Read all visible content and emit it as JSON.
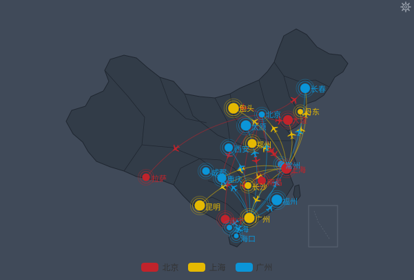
{
  "chart_data": {
    "type": "map-flow",
    "title": "",
    "legend_position": "bottom",
    "series": [
      {
        "name": "北京",
        "color": "#c1232b",
        "origin": "北京",
        "targets": [
          {
            "name": "上海",
            "value": 95
          },
          {
            "name": "广州",
            "value": 90
          },
          {
            "name": "大连",
            "value": 80
          },
          {
            "name": "南宁",
            "value": 70
          },
          {
            "name": "南昌",
            "value": 60
          },
          {
            "name": "拉萨",
            "value": 50
          },
          {
            "name": "长春",
            "value": 40
          },
          {
            "name": "包头",
            "value": 30
          },
          {
            "name": "重庆",
            "value": 20
          },
          {
            "name": "常州",
            "value": 10
          }
        ]
      },
      {
        "name": "上海",
        "color": "#e5b902",
        "origin": "上海",
        "targets": [
          {
            "name": "包头",
            "value": 95
          },
          {
            "name": "昆明",
            "value": 90
          },
          {
            "name": "广州",
            "value": 80
          },
          {
            "name": "郑州",
            "value": 70
          },
          {
            "name": "长春",
            "value": 60
          },
          {
            "name": "重庆",
            "value": 50
          },
          {
            "name": "长沙",
            "value": 40
          },
          {
            "name": "北京",
            "value": 30
          },
          {
            "name": "丹东",
            "value": 20
          },
          {
            "name": "大连",
            "value": 10
          }
        ]
      },
      {
        "name": "广州",
        "color": "#0b95d8",
        "origin": "广州",
        "targets": [
          {
            "name": "福州",
            "value": 95
          },
          {
            "name": "太原",
            "value": 90
          },
          {
            "name": "长春",
            "value": 80
          },
          {
            "name": "重庆",
            "value": 70
          },
          {
            "name": "西安",
            "value": 60
          },
          {
            "name": "成都",
            "value": 50
          },
          {
            "name": "常州",
            "value": 40
          },
          {
            "name": "北京",
            "value": 30
          },
          {
            "name": "北海",
            "value": 20
          },
          {
            "name": "海口",
            "value": 10
          }
        ]
      }
    ],
    "city_labels": [
      {
        "name": "北京",
        "series": "广州"
      },
      {
        "name": "大连",
        "series": "北京"
      },
      {
        "name": "丹东",
        "series": "上海"
      },
      {
        "name": "长春",
        "series": "广州"
      },
      {
        "name": "包头",
        "series": "上海"
      },
      {
        "name": "太原",
        "series": "广州"
      },
      {
        "name": "西安",
        "series": "广州"
      },
      {
        "name": "郑州",
        "series": "上海"
      },
      {
        "name": "常州",
        "series": "广州"
      },
      {
        "name": "上海",
        "series": "北京"
      },
      {
        "name": "成都",
        "series": "广州"
      },
      {
        "name": "重庆",
        "series": "广州"
      },
      {
        "name": "长沙",
        "series": "上海"
      },
      {
        "name": "南昌",
        "series": "北京"
      },
      {
        "name": "福州",
        "series": "广州"
      },
      {
        "name": "昆明",
        "series": "上海"
      },
      {
        "name": "广州",
        "series": "上海"
      },
      {
        "name": "南宁",
        "series": "北京"
      },
      {
        "name": "北海",
        "series": "广州"
      },
      {
        "name": "海口",
        "series": "广州"
      },
      {
        "name": "拉萨",
        "series": "北京"
      }
    ],
    "legend": [
      "北京",
      "上海",
      "广州"
    ],
    "colors": {
      "background": "#404a59",
      "land": "#323c48",
      "border": "#1f2630",
      "legend_text": "#333333"
    }
  },
  "toolbox": {
    "icon": "gear-icon"
  }
}
